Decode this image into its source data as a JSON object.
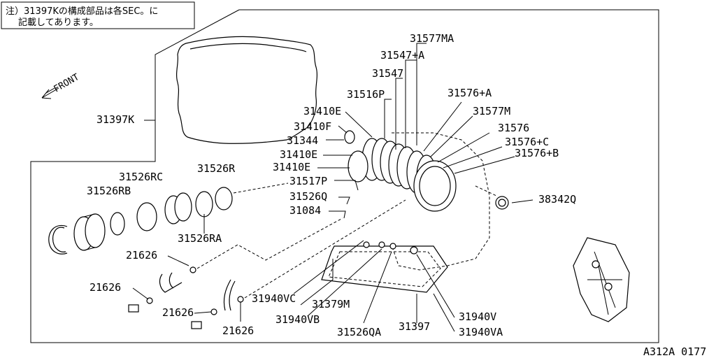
{
  "note": {
    "line1": "注）31397Kの構成部品は各SEC。に",
    "line2": "記載してあります。"
  },
  "front_label": "FRONT",
  "figure_code": "A312A 0177",
  "labels": {
    "l31577MA": "31577MA",
    "l31547A": "31547+A",
    "l31547": "31547",
    "l31516P": "31516P",
    "l31576A": "31576+A",
    "l31410E_1": "31410E",
    "l31577M": "31577M",
    "l31410F": "31410F",
    "l31576": "31576",
    "l31344": "31344",
    "l31576C": "31576+C",
    "l31410E_2": "31410E",
    "l31576B": "31576+B",
    "l31410E_3": "31410E",
    "l31517P": "31517P",
    "l31397K": "31397K",
    "l31526RC": "31526RC",
    "l31526R": "31526R",
    "l31526RB": "31526RB",
    "l31526Q": "31526Q",
    "l38342Q": "38342Q",
    "l31084": "31084",
    "l31526RA": "31526RA",
    "l21626_1": "21626",
    "l21626_2": "21626",
    "l21626_3": "21626",
    "l21626_4": "21626",
    "l31940VC": "31940VC",
    "l31379M": "31379M",
    "l31940VB": "31940VB",
    "l31940V": "31940V",
    "l31526QA": "31526QA",
    "l31397": "31397",
    "l31940VA": "31940VA"
  }
}
